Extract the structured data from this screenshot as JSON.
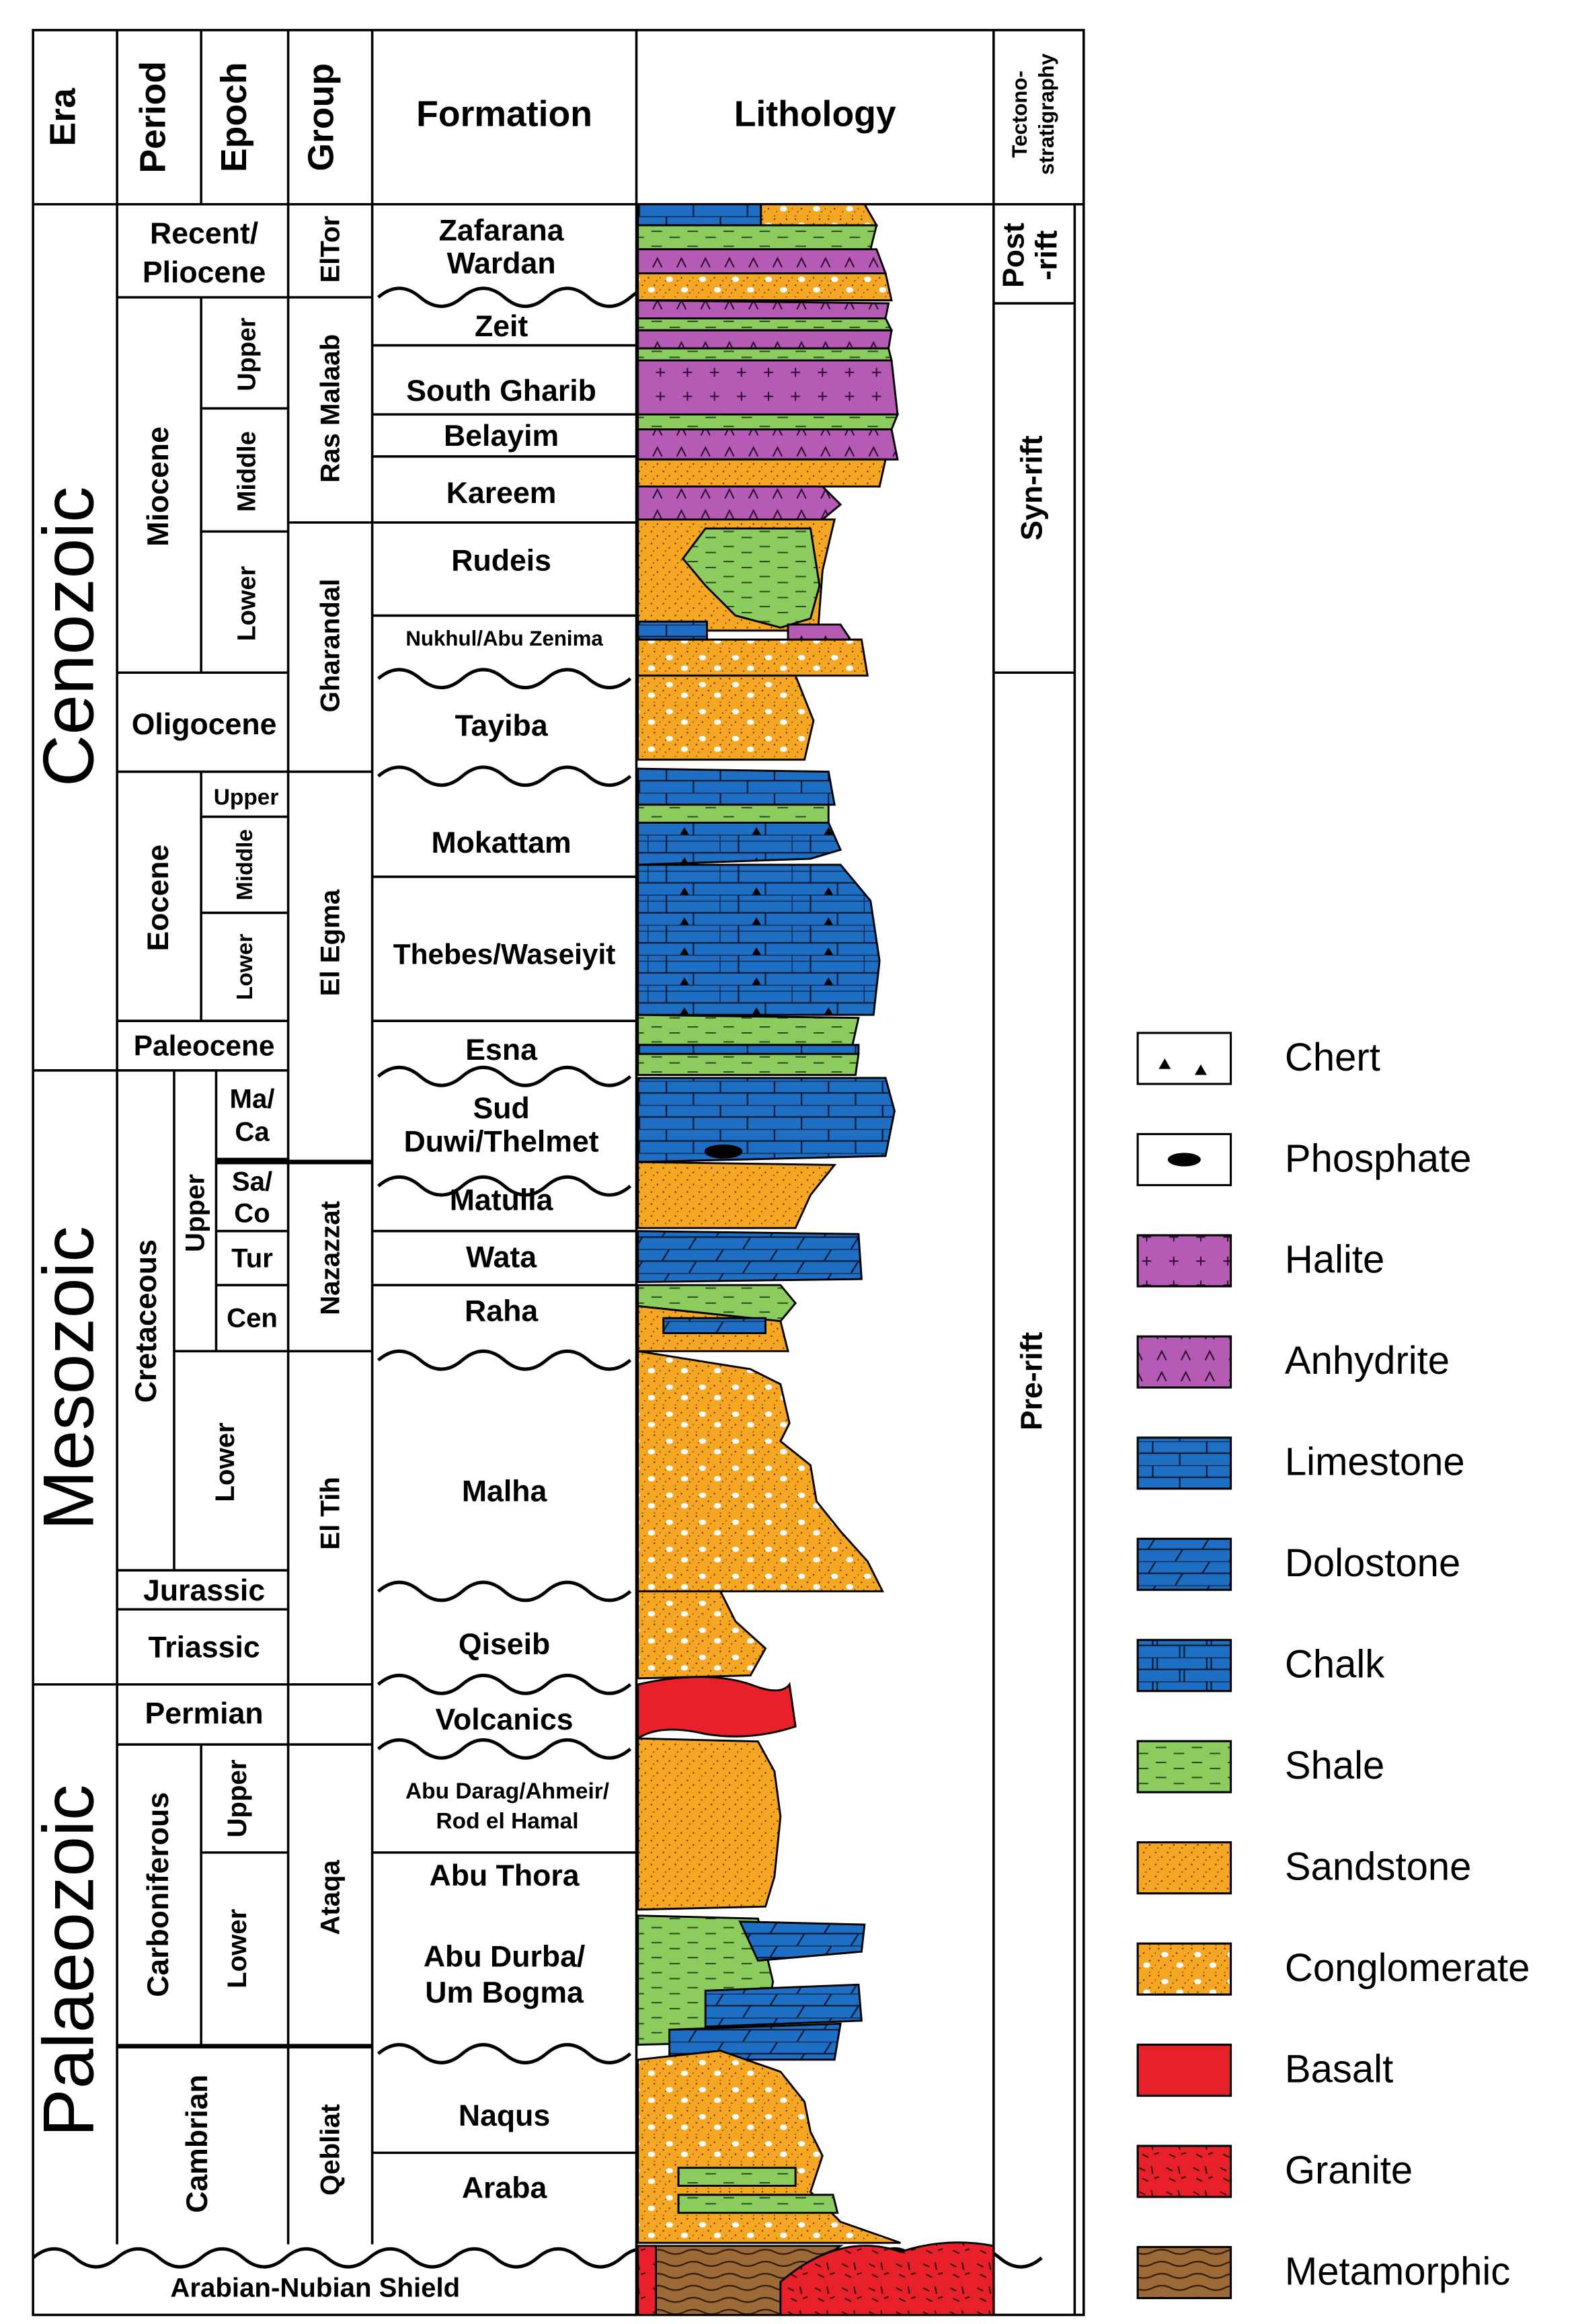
{
  "headers": {
    "era": "Era",
    "period": "Period",
    "epoch": "Epoch",
    "group": "Group",
    "formation": "Formation",
    "lithology": "Lithology",
    "tectono_line1": "Tectono-",
    "tectono_line2": "stratigraphy"
  },
  "eras": [
    "Cenozoic",
    "Mesozoic",
    "Palaeozoic"
  ],
  "periods": {
    "recent_line1": "Recent/",
    "recent_line2": "Pliocene",
    "miocene": "Miocene",
    "oligocene": "Oligocene",
    "eocene": "Eocene",
    "paleocene": "Paleocene",
    "cretaceous": "Cretaceous",
    "jurassic": "Jurassic",
    "triassic": "Triassic",
    "permian": "Permian",
    "carboniferous": "Carboniferous",
    "cambrian": "Cambrian"
  },
  "epochs": {
    "miocene_upper": "Upper",
    "miocene_middle": "Middle",
    "miocene_lower": "Lower",
    "eocene_upper": "Upper",
    "eocene_middle": "Middle",
    "eocene_lower": "Lower",
    "cret_upper": "Upper",
    "cret_lower": "Lower",
    "maca_line1": "Ma/",
    "maca_line2": "Ca",
    "saco_line1": "Sa/",
    "saco_line2": "Co",
    "tur": "Tur",
    "cen": "Cen",
    "carb_upper": "Upper",
    "carb_lower": "Lower"
  },
  "groups": {
    "eltor": "ElTor",
    "rasmalaab": "Ras Malaab",
    "gharandal": "Gharandal",
    "elegma": "El Egma",
    "nazazzat": "Nazazzat",
    "eltih": "El Tih",
    "ataqa": "Ataqa",
    "qebliat": "Qebliat"
  },
  "formations": {
    "zafarana": "Zafarana",
    "wardan": "Wardan",
    "zeit": "Zeit",
    "south_gharib": "South Gharib",
    "belayim": "Belayim",
    "kareem": "Kareem",
    "rudeis": "Rudeis",
    "nukhul": "Nukhul/Abu Zenima",
    "tayiba": "Tayiba",
    "mokattam": "Mokattam",
    "thebes": "Thebes/Waseiyit",
    "esna": "Esna",
    "sud": "Sud",
    "duwi": "Duwi/Thelmet",
    "matulla": "Matulla",
    "wata": "Wata",
    "raha": "Raha",
    "malha": "Malha",
    "qiseib": "Qiseib",
    "volcanics": "Volcanics",
    "abu_darag_1": "Abu Darag/Ahmeir/",
    "abu_darag_2": "Rod el Hamal",
    "abu_thora": "Abu Thora",
    "abu_durba_1": "Abu Durba/",
    "abu_durba_2": "Um Bogma",
    "naqus": "Naqus",
    "araba": "Araba",
    "shield": "Arabian-Nubian Shield"
  },
  "tectono": {
    "post_line1": "Post",
    "post_line2": "-rift",
    "syn": "Syn-rift",
    "pre": "Pre-rift"
  },
  "legend": [
    {
      "label": "Chert",
      "pattern": "chert"
    },
    {
      "label": "Phosphate",
      "pattern": "phosphate"
    },
    {
      "label": "Halite",
      "pattern": "halite"
    },
    {
      "label": "Anhydrite",
      "pattern": "anhydrite"
    },
    {
      "label": "Limestone",
      "pattern": "limestone"
    },
    {
      "label": "Dolostone",
      "pattern": "dolostone"
    },
    {
      "label": "Chalk",
      "pattern": "chalk"
    },
    {
      "label": "Shale",
      "pattern": "shale"
    },
    {
      "label": "Sandstone",
      "pattern": "sandstone"
    },
    {
      "label": "Conglomerate",
      "pattern": "conglomerate"
    },
    {
      "label": "Basalt",
      "pattern": "basalt"
    },
    {
      "label": "Granite",
      "pattern": "granite"
    },
    {
      "label": "Metamorphic",
      "pattern": "metamorphic"
    }
  ],
  "colors": {
    "sandstone": "#F5A623",
    "shale": "#8CCB5E",
    "limestone": "#1E6EC4",
    "evaporite": "#B55BB5",
    "basalt": "#E8202A",
    "metamorphic": "#9C6A36"
  }
}
